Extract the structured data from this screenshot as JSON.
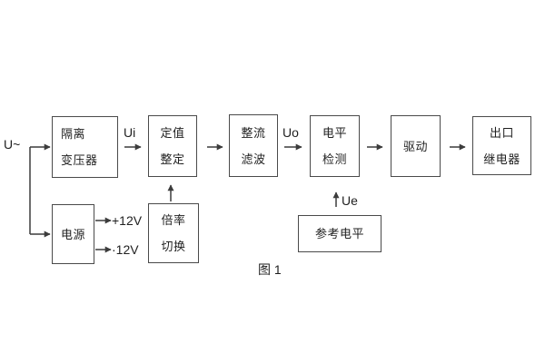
{
  "figure": {
    "caption": "图 1",
    "input_label": "U~",
    "signals": {
      "ui": "Ui",
      "uo": "Uo",
      "ue": "Ue"
    },
    "power_rails": {
      "positive": "+12V",
      "negative": "·12V"
    },
    "blocks": {
      "isolation_transformer": {
        "line1": "隔离",
        "line2": "变压器"
      },
      "setpoint_setting": {
        "line1": "定值",
        "line2": "整定"
      },
      "rectifier_filter": {
        "line1": "整流",
        "line2": "滤波"
      },
      "level_detection": {
        "line1": "电平",
        "line2": "检测"
      },
      "drive": {
        "label": "驱动"
      },
      "output_relay": {
        "line1": "出口",
        "line2": "继电器"
      },
      "power_supply": {
        "label": "电源"
      },
      "ratio_switch": {
        "line1": "倍率",
        "line2": "切换"
      },
      "reference_level": {
        "label": "参考电平"
      }
    },
    "colors": {
      "line": "#3c3c3c",
      "border": "#4a4a4a",
      "text": "#1f1f1f",
      "background": "#ffffff"
    }
  }
}
